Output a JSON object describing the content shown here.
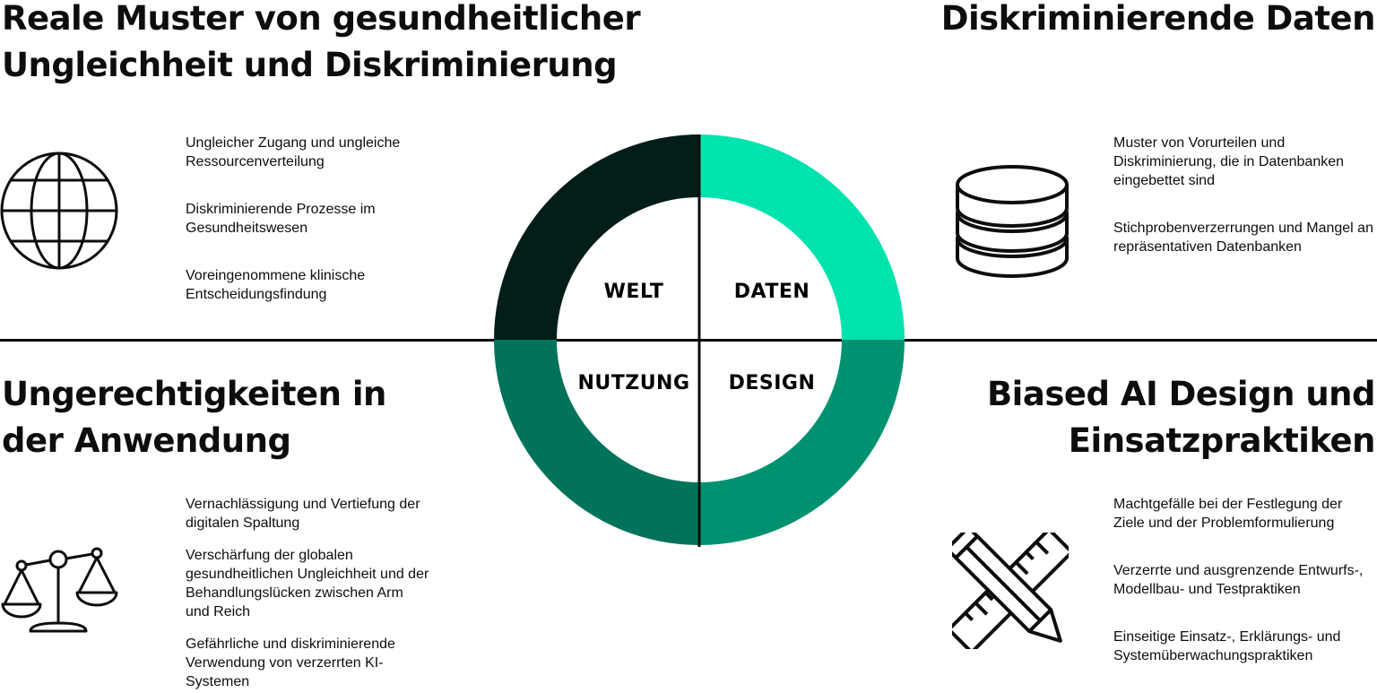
{
  "quadrants": {
    "welt": {
      "title_lines": [
        "Reale Muster von gesundheitlicher",
        "Ungleichheit und Diskriminierung"
      ],
      "bullets": [
        "Ungleicher Zugang und ungleiche Ressourcenverteilung",
        "Diskriminierende Prozesse im Gesundheitswesen",
        "Voreingenommene klinische Entscheidungsfindung"
      ],
      "icon": "globe-icon"
    },
    "daten": {
      "title_lines": [
        "Diskriminierende Daten"
      ],
      "bullets": [
        "Muster von Vorurteilen und Diskriminierung, die in Datenbanken eingebettet sind",
        "Stichprobenverzerrungen und Mangel an repräsentativen Datenbanken"
      ],
      "icon": "database-icon"
    },
    "nutzung": {
      "title_lines": [
        "Ungerechtigkeiten in",
        "der Anwendung"
      ],
      "bullets": [
        "Vernachlässigung und Vertiefung der digitalen Spaltung",
        "Verschärfung der globalen gesundheitlichen Ungleichheit und der Behandlungslücken zwischen Arm und Reich",
        "Gefährliche und diskriminierende Verwendung von verzerrten KI-Systemen"
      ],
      "icon": "scales-icon"
    },
    "design": {
      "title_lines": [
        "Biased AI Design und",
        "Einsatzpraktiken"
      ],
      "bullets": [
        "Machtgefälle bei der Festlegung der Ziele und der Problemformulierung",
        "Verzerrte und ausgrenzende Entwurfs-, Modellbau- und Testpraktiken",
        "Einseitige Einsatz-, Erklärungs- und Systemüberwachungspraktiken"
      ],
      "icon": "ruler-pencil-icon"
    }
  },
  "ring": {
    "labels": {
      "welt": "WELT",
      "daten": "DATEN",
      "nutzung": "NUTZUNG",
      "design": "DESIGN"
    },
    "colors": {
      "welt": "#031d18",
      "daten": "#00e3ae",
      "nutzung": "#00735a",
      "design": "#009270"
    }
  }
}
